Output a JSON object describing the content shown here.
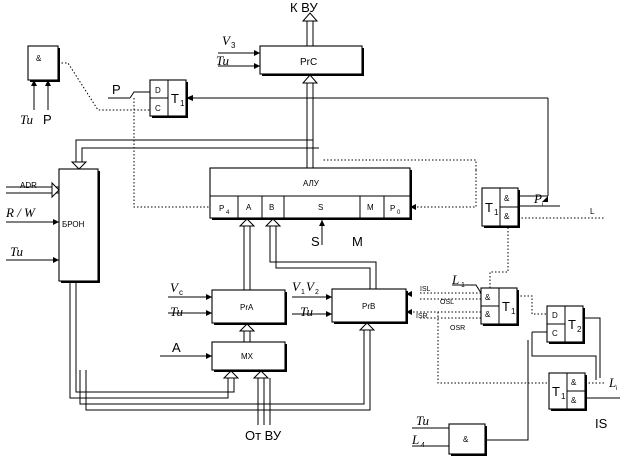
{
  "labels": {
    "k_vu": "К ВУ",
    "ot_vu": "От ВУ",
    "prc": "PrC",
    "alu": "АЛУ",
    "bron": "БРОН",
    "pra": "PrA",
    "prb": "PrB",
    "mx": "MX",
    "and": "&",
    "t1": "T",
    "t1_sub": "1",
    "t2": "T",
    "t2_sub": "2",
    "d": "D",
    "c": "C",
    "adr": "ADR",
    "rw": "R / W",
    "tu": "Tu",
    "p": "P",
    "v3": "V",
    "v3_sub": "3",
    "vc": "V",
    "vc_sub": "c",
    "v1v2": "V",
    "v1_sub": "1",
    "v2": "V",
    "v2_sub": "2",
    "a_in": "A",
    "p4": "P",
    "p4_sub": "4",
    "alu_a": "A",
    "alu_b": "B",
    "alu_s": "S",
    "alu_m": "M",
    "p0": "P",
    "p0_sub": "0",
    "s_in": "S",
    "m_in": "M",
    "l1": "L",
    "l1_sub": "1",
    "l4": "L",
    "l4_sub": "4",
    "li": "L",
    "li_sub": "i",
    "pi": "P",
    "pi_sub": "i",
    "l_right": "L",
    "is": "IS",
    "osl": "OSL",
    "isl": "ISL",
    "isr": "ISR",
    "osr": "OSR"
  }
}
